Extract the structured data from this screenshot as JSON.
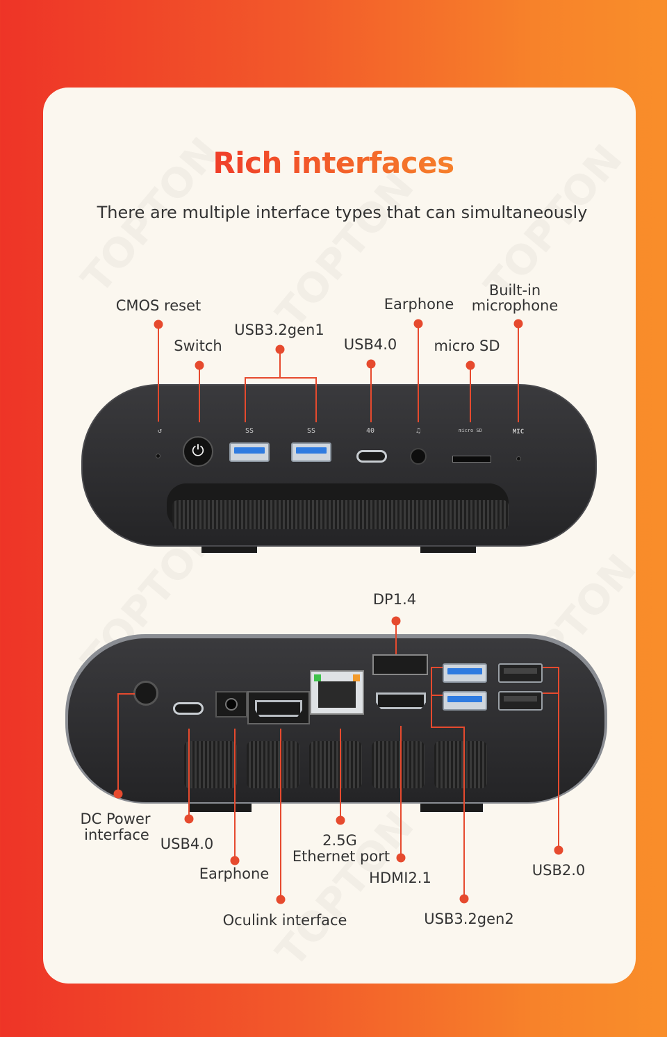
{
  "header": {
    "title": "Rich interfaces",
    "subtitle": "There are multiple interface types that can simultaneously"
  },
  "watermark": "TOPTON",
  "front_panel": {
    "labels": {
      "cmos_reset": "CMOS reset",
      "switch": "Switch",
      "usb32gen1": "USB3.2gen1",
      "usb40": "USB4.0",
      "earphone": "Earphone",
      "micro_sd": "micro SD",
      "builtin_mic_line1": "Built-in",
      "builtin_mic_line2": "microphone"
    },
    "port_marks": {
      "ss1": "SS",
      "ss2": "SS",
      "usb4_mark": "40",
      "microsd_mark": "micro SD",
      "mic_mark": "MIC"
    }
  },
  "rear_panel": {
    "labels": {
      "dp": "DP1.4",
      "dc_power_line1": "DC Power",
      "dc_power_line2": "interface",
      "usb40": "USB4.0",
      "earphone": "Earphone",
      "oculink": "Oculink interface",
      "ethernet_line1": "2.5G",
      "ethernet_line2": "Ethernet port",
      "hdmi": "HDMI2.1",
      "usb32gen2": "USB3.2gen2",
      "usb20": "USB2.0"
    }
  },
  "colors": {
    "accent": "#e64a2e",
    "title_start": "#ef3a29",
    "title_end": "#f6832a",
    "device_body": "#2b2b2d",
    "usb3_blue": "#2f7be0"
  }
}
